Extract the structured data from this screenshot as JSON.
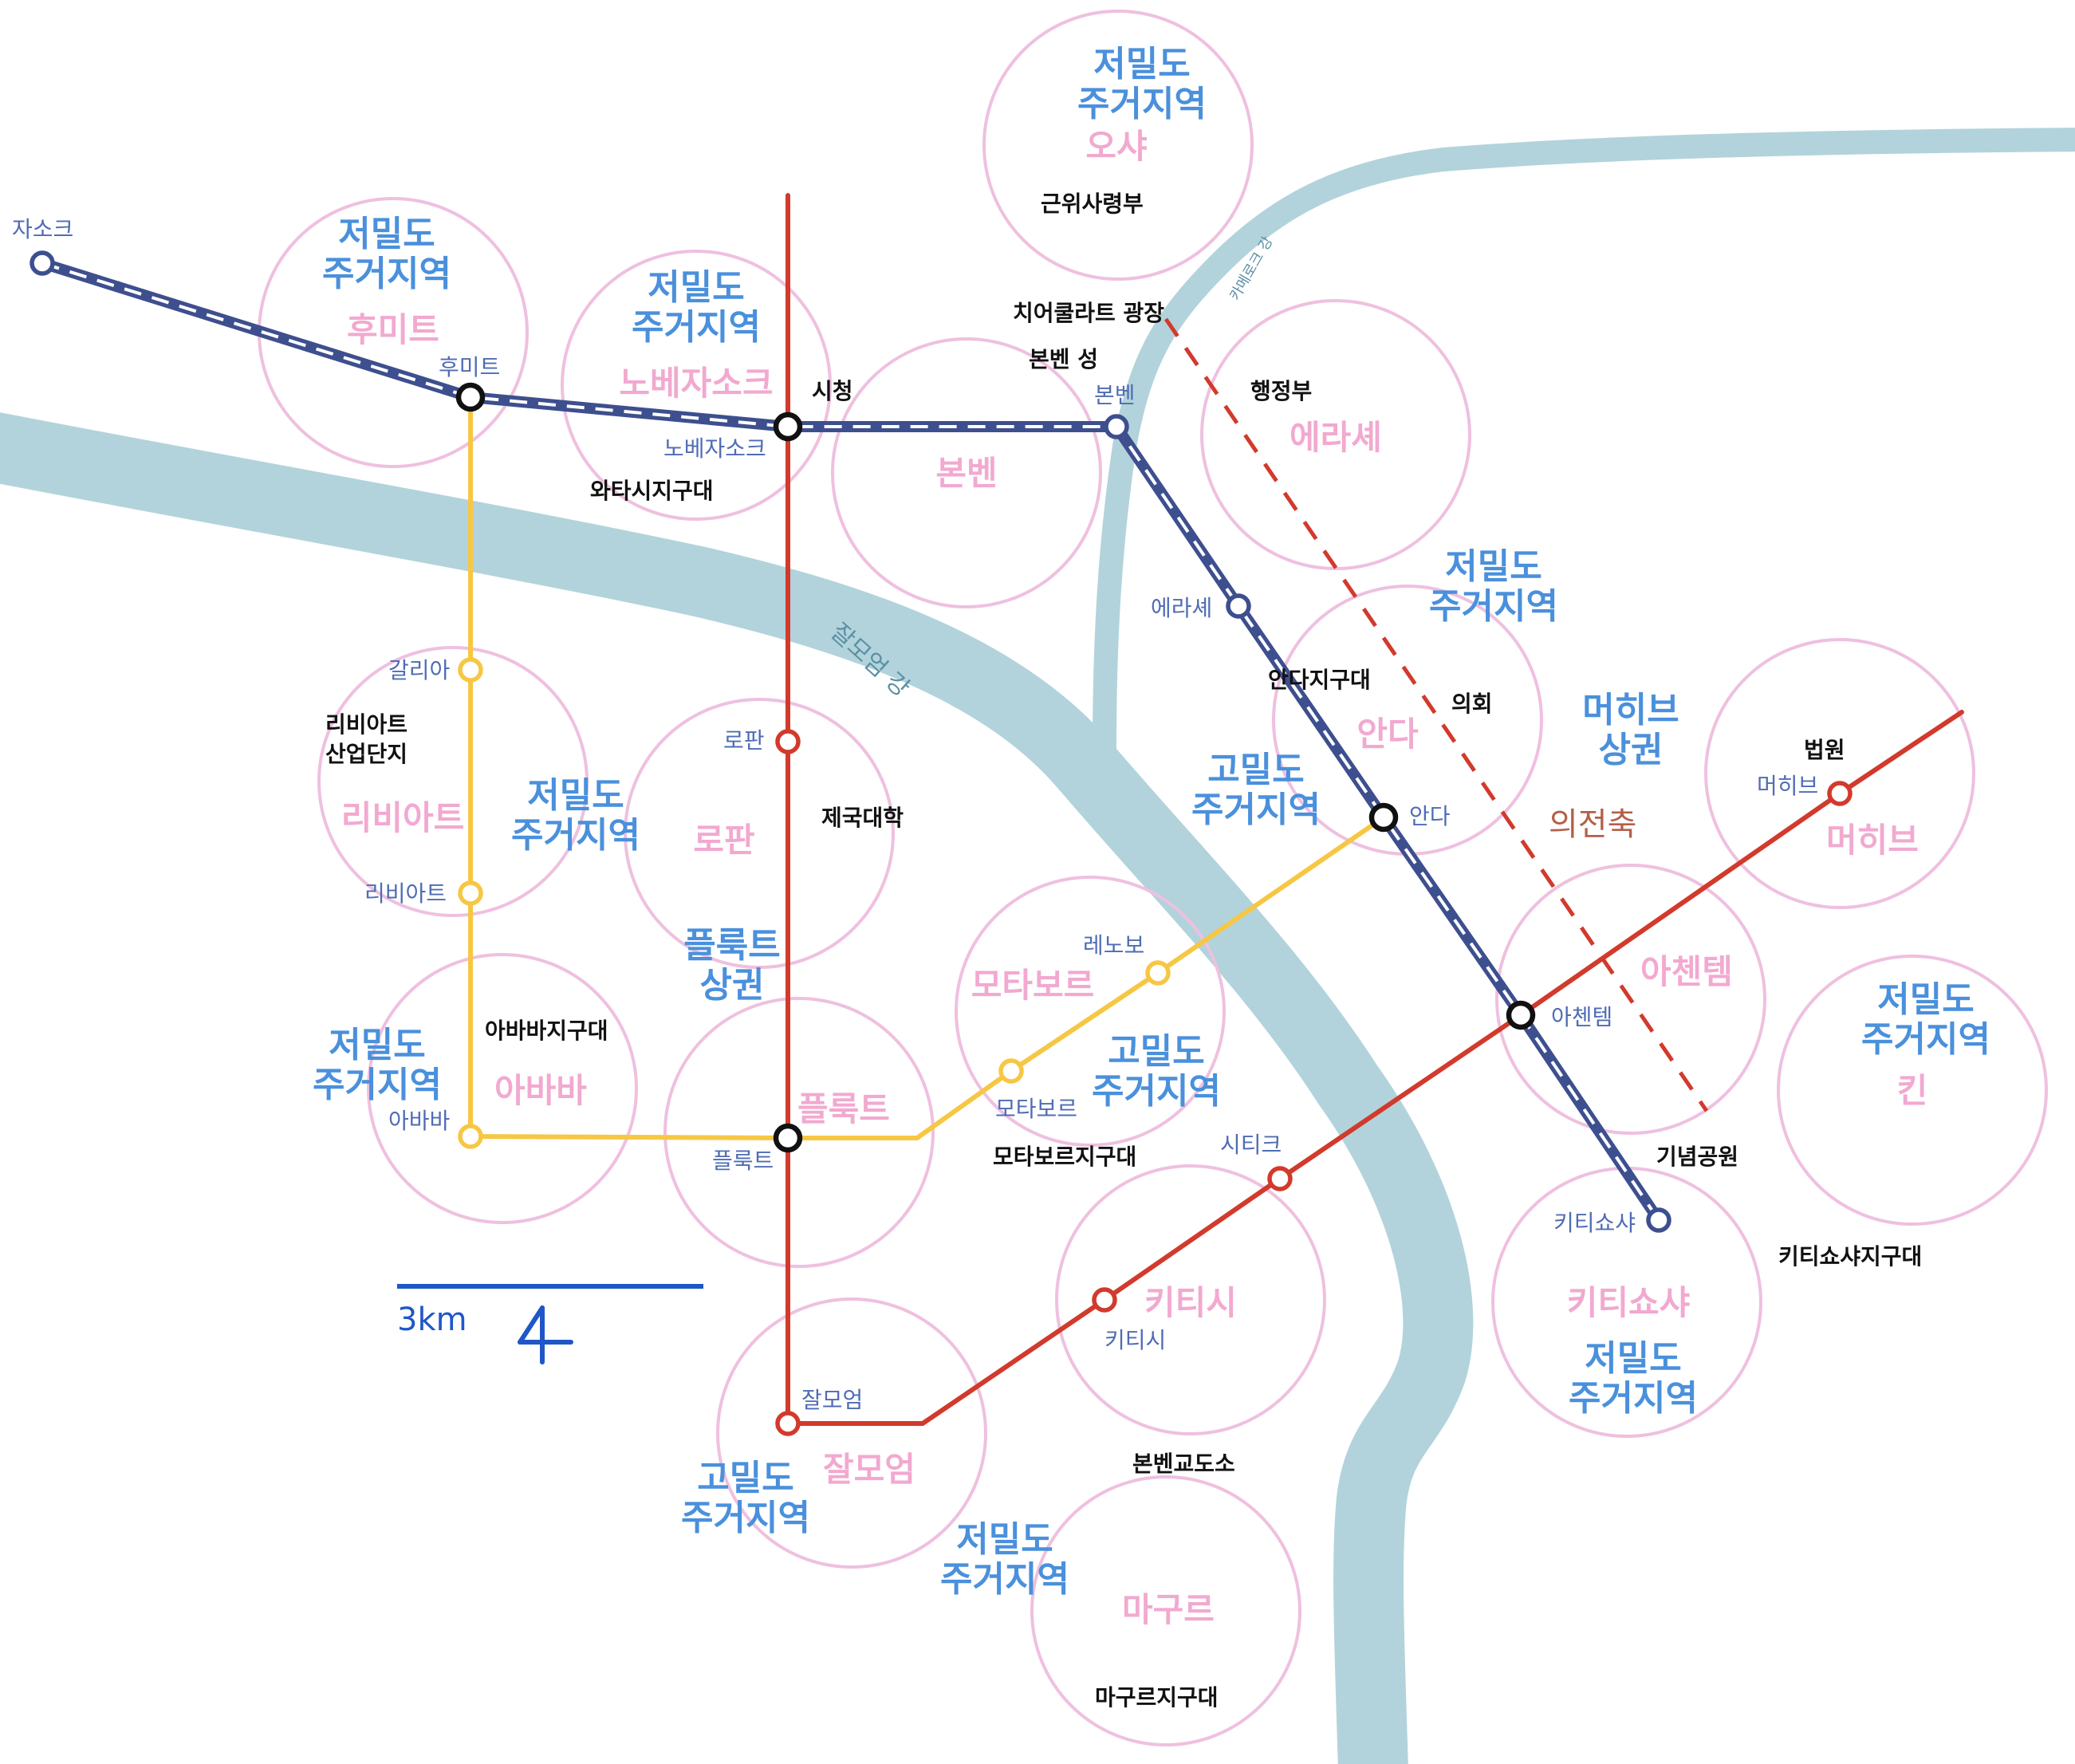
{
  "map": {
    "colors": {
      "water": "#b2d3db",
      "district_ring": "#efc0df",
      "line_red": "#d23a2c",
      "line_yellow": "#f7c744",
      "line_navy": "#3d4f8e",
      "transfer_station": "#111111",
      "zone_label": "#4a90dc",
      "district_label": "#f2a9d0",
      "station_label": "#4f6cb4",
      "scale_bar": "#1f57c7"
    },
    "rivers": {
      "main": "잘모엄 강",
      "tributary": "카메로크 강"
    },
    "lines": {
      "red_line": [
        "시청",
        "로판",
        "플룩트",
        "잘모엄"
      ],
      "yellow_line": [
        "후미트",
        "갈리아",
        "리비아트",
        "아바바",
        "플룩트",
        "모타보르",
        "레노보",
        "안다"
      ],
      "navy_line": [
        "자소크",
        "후미트",
        "노베자소크",
        "본벤",
        "에라셰",
        "안다",
        "아첸템",
        "키티쇼샤"
      ],
      "red_line_2": [
        "잘모엄",
        "키티시",
        "시티크",
        "아첸템",
        "머히브"
      ],
      "planned_line": "dashed"
    },
    "stations": {
      "jasok": "자소크",
      "humit": "후미트",
      "nobejasok": "노베자소크",
      "sicheong": "시청",
      "bonben": "본벤",
      "erashe": "에라셰",
      "anda": "안다",
      "achentem": "아첸템",
      "kitishosha": "키티쇼샤",
      "galia": "갈리아",
      "libiat": "리비아트",
      "ababa": "아바바",
      "pluktr": "플룩트",
      "motabor": "모타보르",
      "lenobo": "레노보",
      "lopan": "로판",
      "jalmoeum": "잘모엄",
      "kitisi": "키티시",
      "sitik": "시티크",
      "meohib": "머히브"
    },
    "districts": {
      "osha": "오샤",
      "humit": "후미트",
      "nobejasok": "노베자소크",
      "bonben": "본벤",
      "erashe": "에라셰",
      "anda": "안다",
      "meohib": "머히브",
      "libiat": "리비아트",
      "lopan": "로판",
      "motabor": "모타보르",
      "achentem": "아첸템",
      "ababa": "아바바",
      "pluktr": "플룩트",
      "kin": "킨",
      "kitisi": "키티시",
      "kitishosha": "키티쇼샤",
      "jalmoeum": "잘모엄",
      "magureu": "마구르"
    },
    "zones": {
      "low_res_line1": "저밀도",
      "low_res_line2": "주거지역",
      "high_res_line1": "고밀도",
      "high_res_line2": "주거지역",
      "pluktr_comm_line1": "플룩트",
      "pluktr_comm_line2": "상권",
      "meohib_comm_line1": "머히브",
      "meohib_comm_line2": "상권"
    },
    "landmarks": {
      "royal_guard": "근위사령부",
      "square": "치어쿨라트 광장",
      "bonben_castle": "본벤 성",
      "sicheong": "시청",
      "wata_garrison": "와타시지구대",
      "administration": "행정부",
      "anda_garrison": "안다지구대",
      "council": "의회",
      "court": "법원",
      "industrial_line1": "리비아트",
      "industrial_line2": "산업단지",
      "university": "제국대학",
      "ababa_garrison": "아바바지구대",
      "motabor_garrison": "모타보르지구대",
      "memorial_park": "기념공원",
      "kitishosha_garrison": "키티쇼샤지구대",
      "prison": "본벤교도소",
      "magureu_garrison": "마구르지구대"
    },
    "planned_axis": "의전축",
    "scale": {
      "label": "3km"
    }
  }
}
